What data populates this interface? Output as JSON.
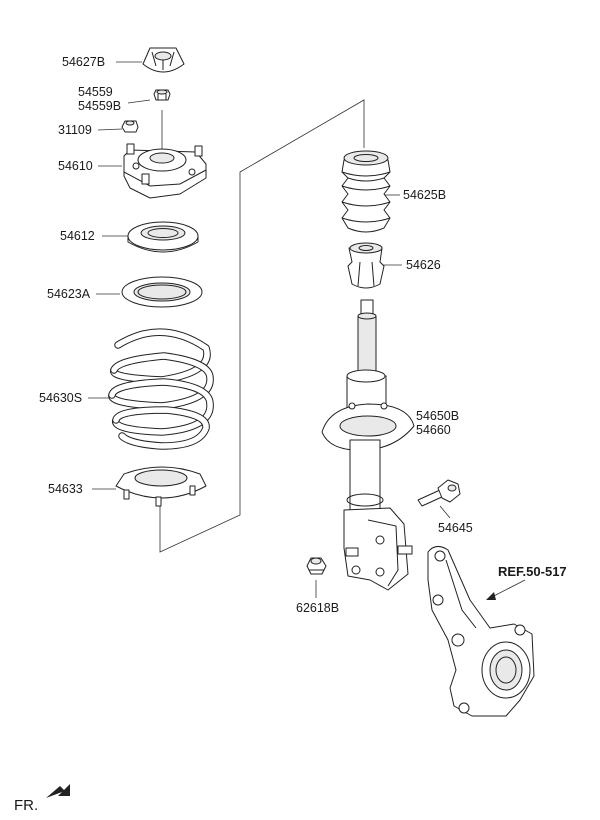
{
  "parts": {
    "top_cap": "54627B",
    "nut_a": "54559",
    "nut_b": "54559B",
    "small_nut": "31109",
    "mount": "54610",
    "bearing": "54612",
    "upper_pad": "54623A",
    "spring": "54630S",
    "lower_pad": "54633",
    "dust_cover": "54625B",
    "bumper": "54626",
    "strut_a": "54650B",
    "strut_b": "54660",
    "bolt": "54645",
    "flange_nut": "62618B"
  },
  "reference": "REF.50-517",
  "direction": "FR."
}
